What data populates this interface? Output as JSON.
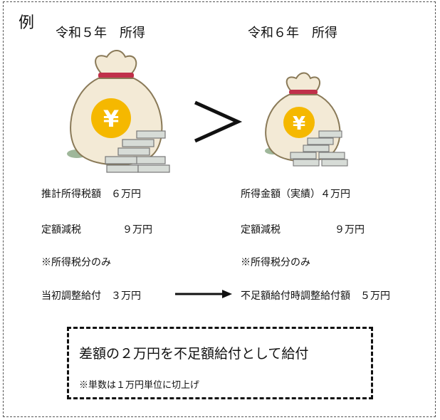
{
  "example_label": "例",
  "left": {
    "heading": "令和５年　所得",
    "line1": "推計所得税額　６万円",
    "line2_label": "定額減税",
    "line2_value": "９万円",
    "line3": "※所得税分のみ",
    "line4": "当初調整給付　３万円"
  },
  "right": {
    "heading": "令和６年　所得",
    "line1": "所得金額（実績）４万円",
    "line2_label": "定額減税",
    "line2_value": "９万円",
    "line3": "※所得税分のみ",
    "line4": "不足額給付時調整給付額　５万円"
  },
  "comparison_symbol": ">",
  "box": {
    "main": "差額の２万円を不足額給付として給付",
    "note": "※単数は１万円単位に切上げ"
  },
  "colors": {
    "bag": "#f3ead6",
    "bag_outline": "#8a7a58",
    "coin": "#f5b800",
    "ribbon": "#c0304a",
    "bill": "#d7dcd7"
  }
}
